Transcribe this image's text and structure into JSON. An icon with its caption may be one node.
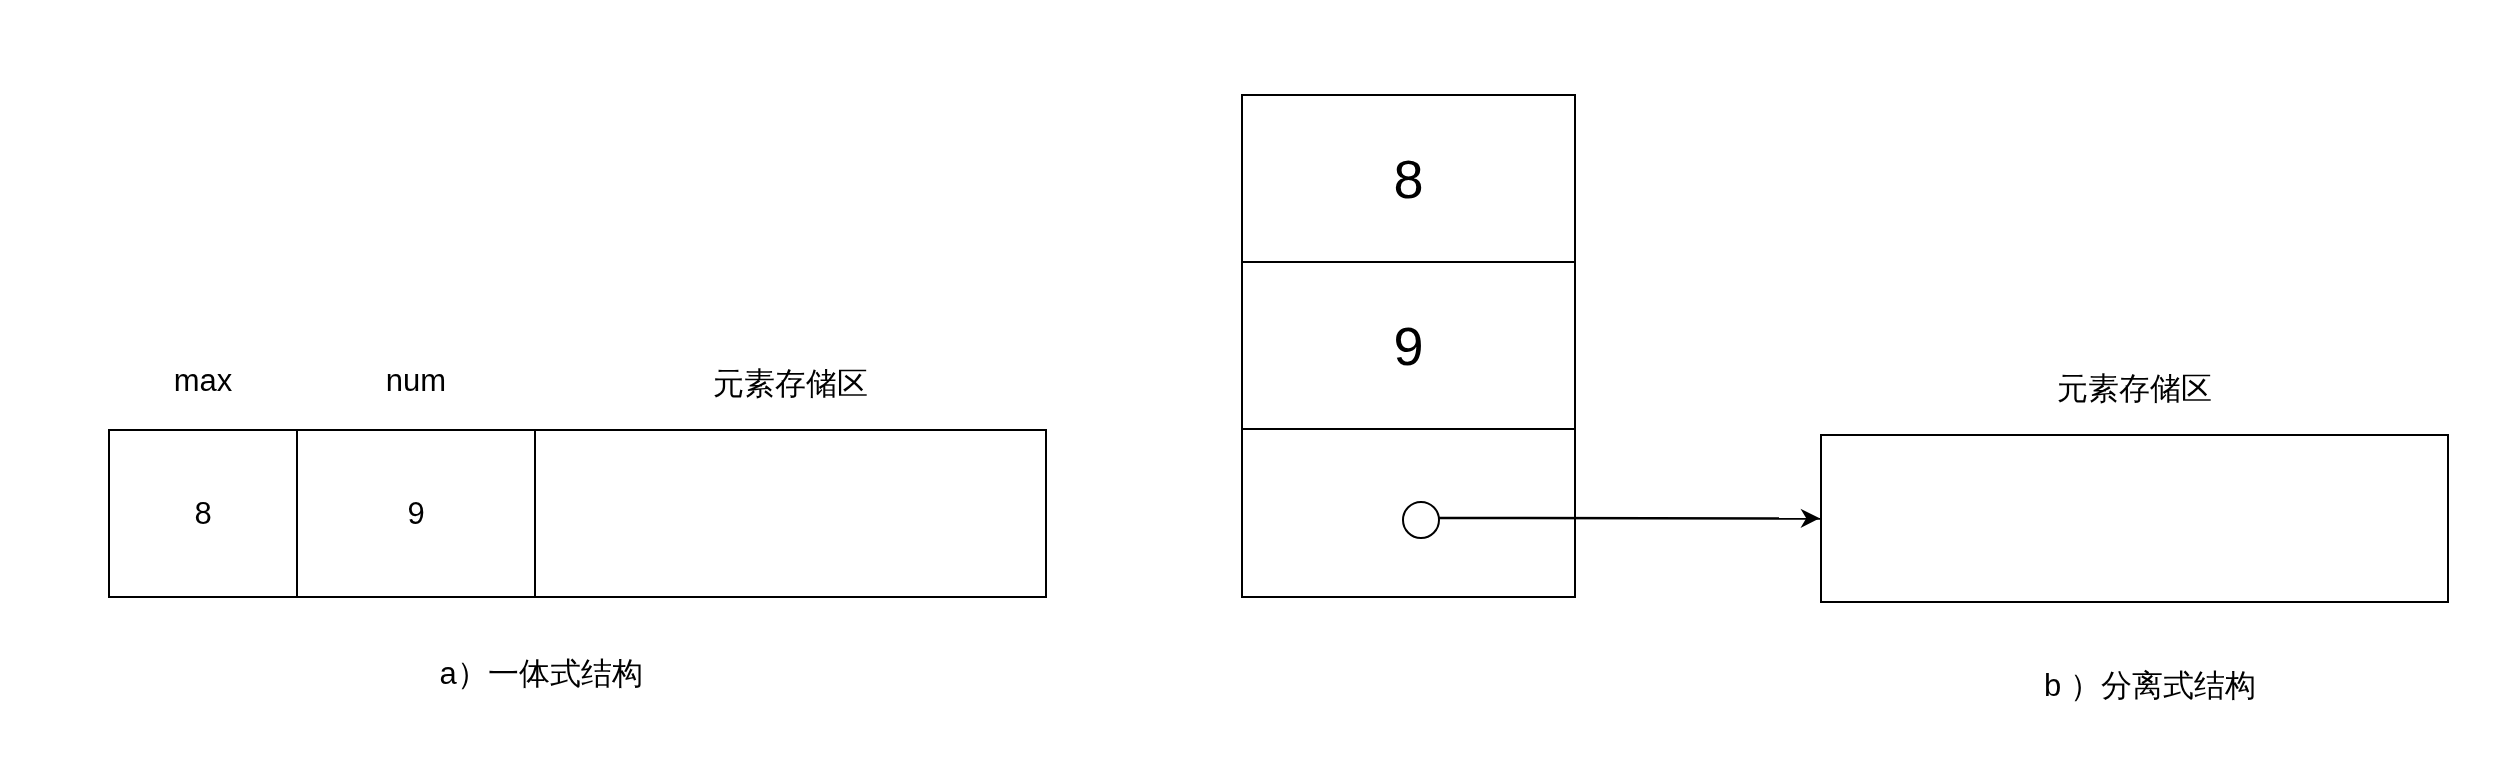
{
  "diagram": {
    "nodes": [
      {
        "text": [
          "max",
          "8"
        ]
      },
      {
        "text": [
          "num",
          "9"
        ]
      },
      {
        "text": [
          "元素存储区"
        ]
      },
      {
        "text": [
          "8"
        ]
      },
      {
        "text": [
          "9"
        ]
      },
      {
        "text": [],
        "shape": "box"
      },
      {
        "text": [],
        "shape": "circle",
        "in": 5
      },
      {
        "text": [
          "元素存储区"
        ]
      }
    ],
    "edges": [
      {
        "from": 6,
        "to": 7,
        "arrow": "to"
      }
    ],
    "labels": [
      "a）一体式结构",
      "b ）分离式结构"
    ]
  }
}
